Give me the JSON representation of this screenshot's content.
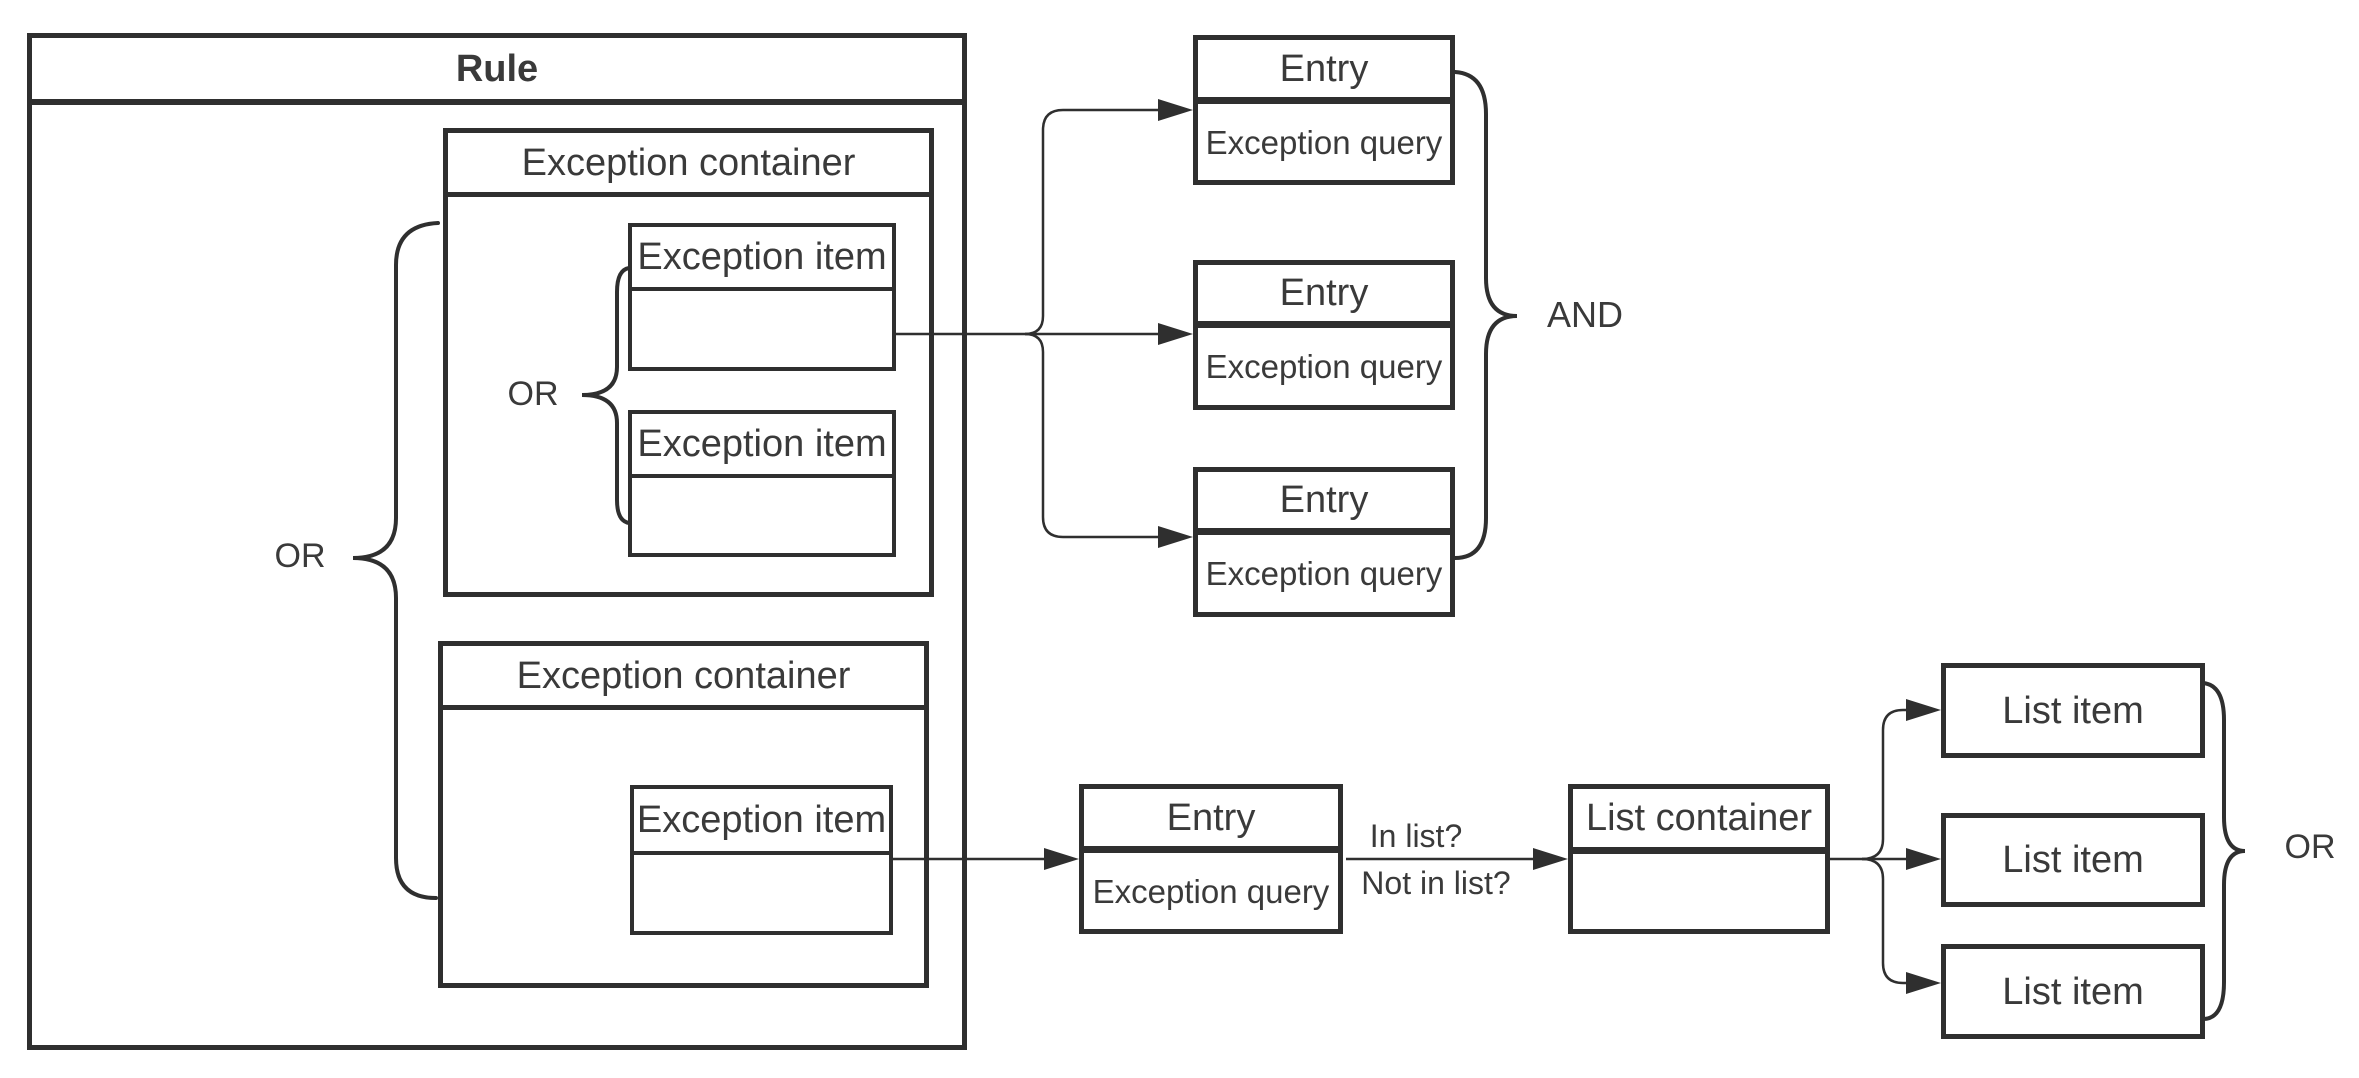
{
  "canvas": {
    "background": "#ffffff",
    "stroke_color": "#2f2f2f",
    "text_color": "#3a3a3a"
  },
  "rule": {
    "title": "Rule"
  },
  "exception_containers": [
    {
      "title": "Exception container"
    },
    {
      "title": "Exception container"
    }
  ],
  "exception_items": [
    {
      "title": "Exception item"
    },
    {
      "title": "Exception item"
    },
    {
      "title": "Exception item"
    }
  ],
  "entries": [
    {
      "title": "Entry",
      "query": "Exception query"
    },
    {
      "title": "Entry",
      "query": "Exception query"
    },
    {
      "title": "Entry",
      "query": "Exception query"
    },
    {
      "title": "Entry",
      "query": "Exception query"
    }
  ],
  "list_container": {
    "title": "List container"
  },
  "list_items": [
    {
      "label": "List item"
    },
    {
      "label": "List item"
    },
    {
      "label": "List item"
    }
  ],
  "operators": {
    "or_outer": "OR",
    "or_inner": "OR",
    "and": "AND",
    "or_list": "OR"
  },
  "edge_labels": {
    "in_list": "In list?",
    "not_in_list": "Not in list?"
  }
}
